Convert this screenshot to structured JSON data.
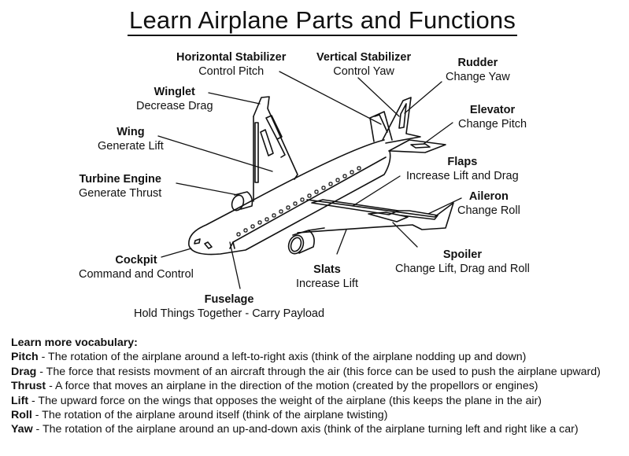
{
  "title": "Learn Airplane Parts and Functions",
  "labels": {
    "horizontal_stabilizer": {
      "name": "Horizontal Stabilizer",
      "function": "Control Pitch"
    },
    "vertical_stabilizer": {
      "name": "Vertical Stabilizer",
      "function": "Control Yaw"
    },
    "rudder": {
      "name": "Rudder",
      "function": "Change Yaw"
    },
    "winglet": {
      "name": "Winglet",
      "function": "Decrease Drag"
    },
    "elevator": {
      "name": "Elevator",
      "function": "Change Pitch"
    },
    "wing": {
      "name": "Wing",
      "function": "Generate Lift"
    },
    "flaps": {
      "name": "Flaps",
      "function": "Increase Lift and Drag"
    },
    "turbine_engine": {
      "name": "Turbine Engine",
      "function": "Generate Thrust"
    },
    "aileron": {
      "name": "Aileron",
      "function": "Change Roll"
    },
    "cockpit": {
      "name": "Cockpit",
      "function": "Command and Control"
    },
    "spoiler": {
      "name": "Spoiler",
      "function": "Change Lift, Drag and Roll"
    },
    "slats": {
      "name": "Slats",
      "function": "Increase Lift"
    },
    "fuselage": {
      "name": "Fuselage",
      "function": "Hold Things Together - Carry Payload"
    }
  },
  "vocabulary": {
    "heading": "Learn more vocabulary:",
    "items": [
      {
        "term": "Pitch",
        "definition": " - The rotation of the airplane around a left-to-right axis (think of the airplane nodding up and down)"
      },
      {
        "term": "Drag",
        "definition": " - The force that resists movment of an aircraft through the air (this force can be used to push the airplane upward)"
      },
      {
        "term": "Thrust",
        "definition": " - A force that moves an airplane in the direction of the motion (created by the propellors or engines)"
      },
      {
        "term": "Lift",
        "definition": " - The upward force on the wings that opposes the weight of the airplane (this keeps the plane in the air)"
      },
      {
        "term": "Roll",
        "definition": " - The rotation of the airplane around itself (think of the airplane twisting)"
      },
      {
        "term": "Yaw",
        "definition": " - The rotation of the airplane around an up-and-down axis (think of the airplane turning left and right like a car)"
      }
    ]
  }
}
